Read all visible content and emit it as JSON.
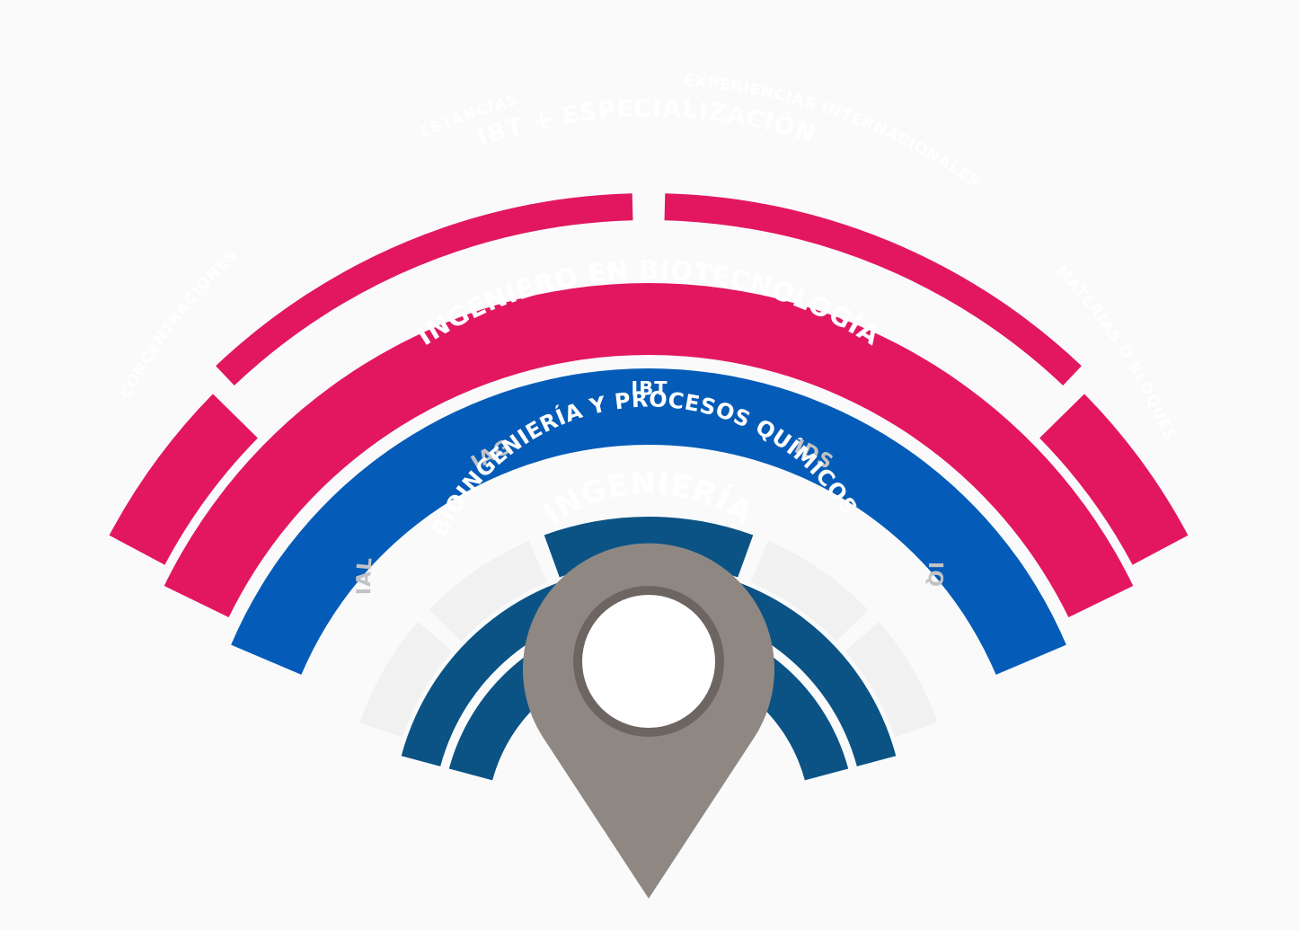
{
  "colors": {
    "background": "#fafafb",
    "pink": "#e21760",
    "blue": "#055cb8",
    "navy": "#0b5385",
    "grey_segment": "#f1f1f2",
    "grey_text": "#c3c3c5",
    "pin": "#8f8882",
    "pin_ring": "#6d6561",
    "white": "#ffffff"
  },
  "outer_ring": {
    "concentraciones": "CONCENTRACIONES",
    "estancias": "ESTANCIAS",
    "experiencias": "EXPERIENCIAS INTERNACIONALES",
    "materias": "MATERIAS O BLOQUES"
  },
  "specialization_ring": {
    "label": "IBT + ESPECIALIZACIÓN"
  },
  "engineer_ring": {
    "label": "INGENIERO EN BIOTECNOLOGÍA"
  },
  "programs_ring": {
    "ial": "IAL",
    "iag": "IAG",
    "ibt": "IBT",
    "ids": "IDS",
    "iq": "IQ"
  },
  "bioengineering_ring": {
    "label": "BIOINGENIERÍA Y PROCESOS QUÍMICOS"
  },
  "engineering_ring": {
    "label": "INGENIERÍA"
  },
  "location_pin": {
    "icon": "map-pin-icon"
  }
}
